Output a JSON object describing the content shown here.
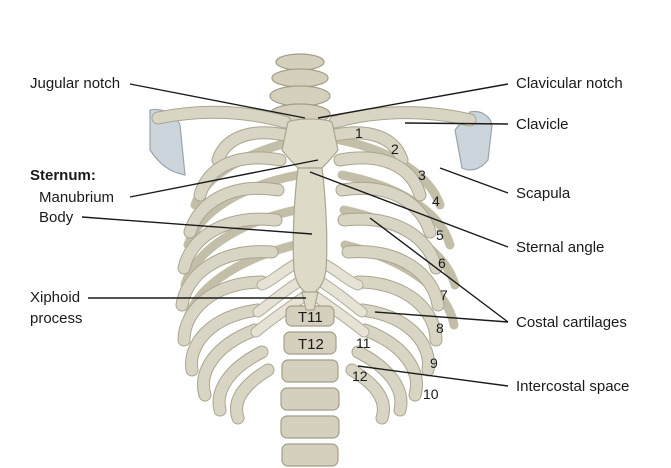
{
  "labels_left": {
    "jugular_notch": "Jugular notch",
    "sternum_heading": "Sternum:",
    "manubrium": "Manubrium",
    "body": "Body",
    "xiphoid_line1": "Xiphoid",
    "xiphoid_line2": "process"
  },
  "labels_right": {
    "clavicular_notch": "Clavicular notch",
    "clavicle": "Clavicle",
    "scapula": "Scapula",
    "sternal_angle": "Sternal angle",
    "costal_cartilages": "Costal cartilages",
    "intercostal_space": "Intercostal space"
  },
  "rib_numbers": [
    "1",
    "2",
    "3",
    "4",
    "5",
    "6",
    "7",
    "8",
    "9",
    "10",
    "11",
    "12"
  ],
  "vertebra_labels": [
    "T11",
    "T12"
  ],
  "colors": {
    "bone": "#dedac8",
    "cartilage": "#e6e3d6",
    "shadow": "#a9a590",
    "scapula_tint": "#cdd5dc",
    "text": "#1a1a1a"
  }
}
